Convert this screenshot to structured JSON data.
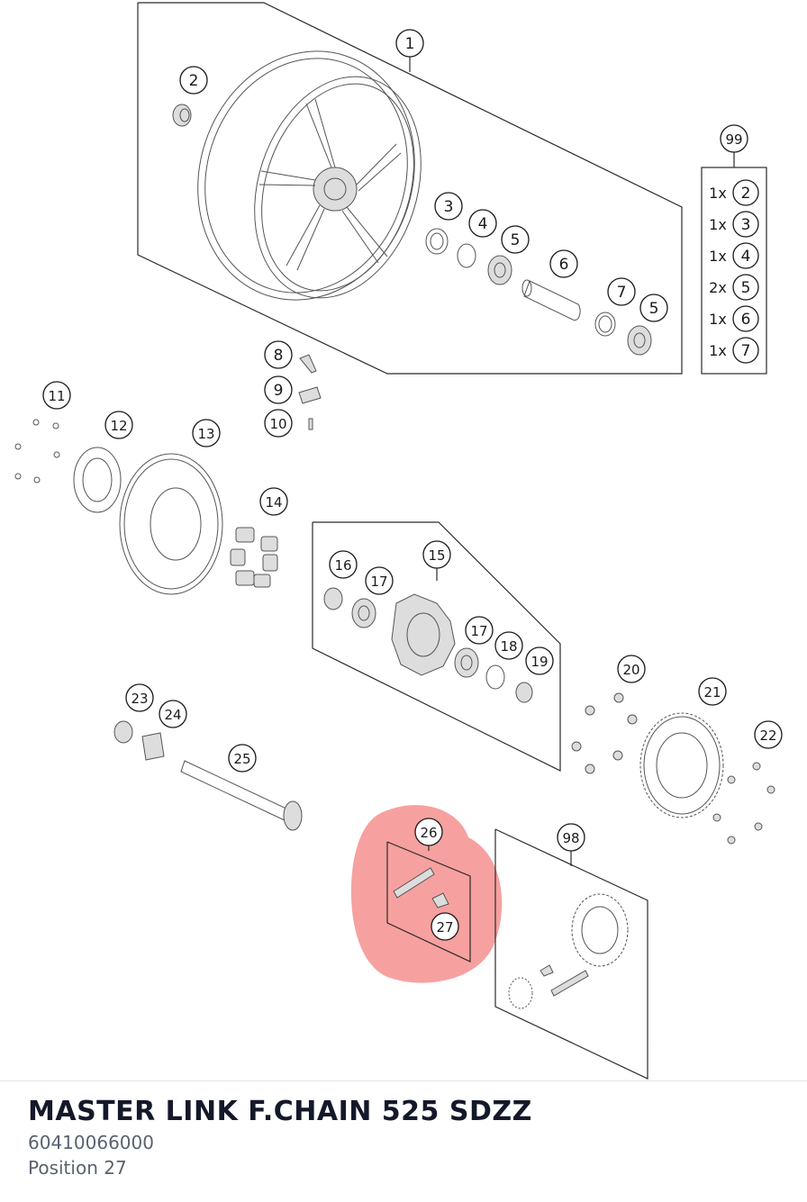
{
  "diagram": {
    "callouts": [
      {
        "id": "callout-1",
        "label": "1"
      },
      {
        "id": "callout-2",
        "label": "2"
      },
      {
        "id": "callout-3",
        "label": "3"
      },
      {
        "id": "callout-4",
        "label": "4"
      },
      {
        "id": "callout-5a",
        "label": "5"
      },
      {
        "id": "callout-6",
        "label": "6"
      },
      {
        "id": "callout-7",
        "label": "7"
      },
      {
        "id": "callout-5b",
        "label": "5"
      },
      {
        "id": "callout-99",
        "label": "99"
      },
      {
        "id": "callout-8",
        "label": "8"
      },
      {
        "id": "callout-9",
        "label": "9"
      },
      {
        "id": "callout-10",
        "label": "10"
      },
      {
        "id": "callout-11",
        "label": "11"
      },
      {
        "id": "callout-12",
        "label": "12"
      },
      {
        "id": "callout-13",
        "label": "13"
      },
      {
        "id": "callout-14",
        "label": "14"
      },
      {
        "id": "callout-15",
        "label": "15"
      },
      {
        "id": "callout-16",
        "label": "16"
      },
      {
        "id": "callout-17a",
        "label": "17"
      },
      {
        "id": "callout-17b",
        "label": "17"
      },
      {
        "id": "callout-18",
        "label": "18"
      },
      {
        "id": "callout-19",
        "label": "19"
      },
      {
        "id": "callout-20",
        "label": "20"
      },
      {
        "id": "callout-21",
        "label": "21"
      },
      {
        "id": "callout-22",
        "label": "22"
      },
      {
        "id": "callout-23",
        "label": "23"
      },
      {
        "id": "callout-24",
        "label": "24"
      },
      {
        "id": "callout-25",
        "label": "25"
      },
      {
        "id": "callout-26",
        "label": "26"
      },
      {
        "id": "callout-27",
        "label": "27"
      },
      {
        "id": "callout-98",
        "label": "98"
      }
    ],
    "kit_99": [
      {
        "qty": "1x",
        "part": "2"
      },
      {
        "qty": "1x",
        "part": "3"
      },
      {
        "qty": "1x",
        "part": "4"
      },
      {
        "qty": "2x",
        "part": "5"
      },
      {
        "qty": "1x",
        "part": "6"
      },
      {
        "qty": "1x",
        "part": "7"
      }
    ],
    "highlight_color": "#ef5350",
    "selected_callout": "27"
  },
  "part": {
    "title": "MASTER LINK F.CHAIN 525 SDZZ",
    "number": "60410066000",
    "position": "Position 27"
  }
}
